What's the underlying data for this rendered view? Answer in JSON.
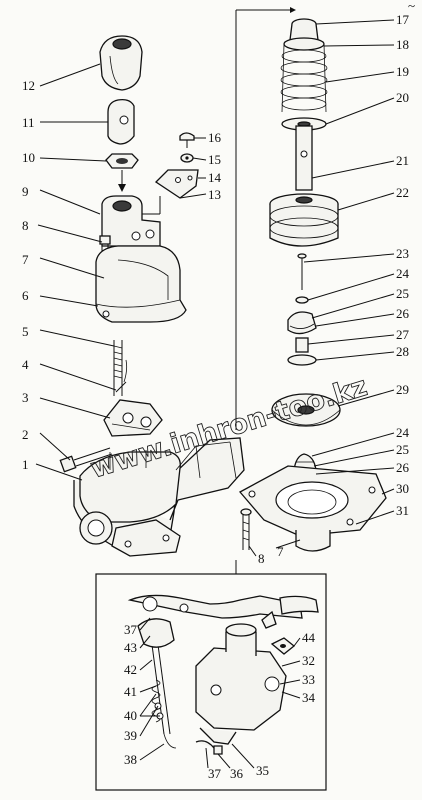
{
  "watermark": "www.inhron-too.kz",
  "corner_mark": "~",
  "callouts": [
    "1",
    "2",
    "3",
    "4",
    "5",
    "6",
    "7",
    "8",
    "9",
    "10",
    "11",
    "12",
    "13",
    "14",
    "15",
    "16",
    "17",
    "18",
    "19",
    "20",
    "21",
    "22",
    "23",
    "24",
    "25",
    "26",
    "27",
    "28",
    "29",
    "30",
    "31",
    "32",
    "33",
    "34",
    "35",
    "36",
    "37",
    "38",
    "39",
    "40",
    "41",
    "42",
    "43",
    "44"
  ],
  "lower_left_callouts": [
    "8",
    "7",
    "36",
    "37"
  ],
  "repeat_callouts": [
    "24",
    "25",
    "26",
    "37",
    "39"
  ]
}
